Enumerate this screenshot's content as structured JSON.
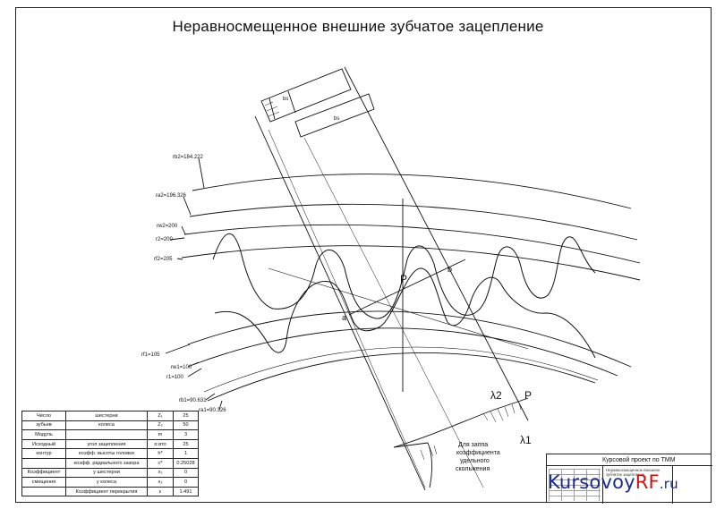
{
  "title": "Неравносмещенное  внешние зубчатое зацепление",
  "labels": {
    "rb2": "rb2=184.222",
    "ra2": "ra2=196.326",
    "rw2": "rw2=200",
    "r2": "r2=200",
    "rf2": "rf2=205",
    "rf1": "rf1=105",
    "rw1": "rw1=100",
    "r1": "r1=100",
    "rb1": "rb1=90.631",
    "ra1": "ra1=90.326",
    "P": "P",
    "a": "a",
    "b": "b",
    "lambda2": "λ2",
    "P2": "P",
    "lambda1": "λ1",
    "segment_top": "bs",
    "segment_mid": "bs"
  },
  "note": {
    "line1": "Для заппа",
    "line2": "коэффициента",
    "line3": "удельного",
    "line4": "скольжения"
  },
  "table": {
    "rows": [
      {
        "c1": "Число",
        "c2": "шестерни",
        "c3": "Z₁",
        "c4": "25"
      },
      {
        "c1": "зубьев",
        "c2": "колеса",
        "c3": "Z₂",
        "c4": "50"
      },
      {
        "c1": "Модуль",
        "c2": "",
        "c3": "m",
        "c4": "3"
      },
      {
        "c1": "Исходный",
        "c2": "угол зацепления",
        "c3": "α вто",
        "c4": "25"
      },
      {
        "c1": "контур",
        "c2": "коэфф. высоты головки",
        "c3": "h*",
        "c4": "1"
      },
      {
        "c1": "",
        "c2": "коэфф. радиального зазора",
        "c3": "c*",
        "c4": "0.25028"
      },
      {
        "c1": "Коэффициент",
        "c2": "у шестерни",
        "c3": "x₁",
        "c4": "0"
      },
      {
        "c1": "смещения",
        "c2": "у колеса",
        "c3": "x₂",
        "c4": "0"
      },
      {
        "c1": "",
        "c2": "Коэффициент перекрытия",
        "c3": "ε",
        "c4": "1.491"
      }
    ]
  },
  "stamp": {
    "doc": "Курсовой проект по ТММ",
    "desc": "Неравносмещенное внешнее зубчатое зацепление"
  },
  "brand": {
    "part1": "Kursovoy",
    "part2": "RF",
    "part3": ".ru"
  }
}
